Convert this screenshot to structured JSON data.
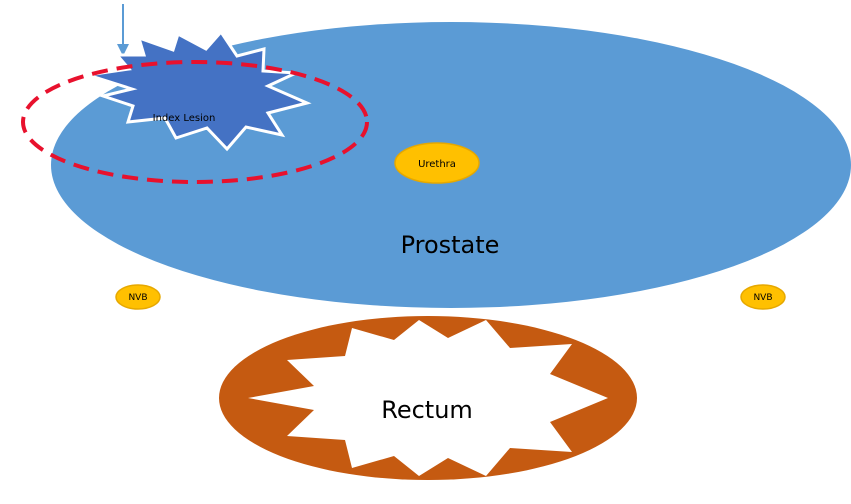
{
  "labels": {
    "index_lesion": "Index Lesion",
    "urethra": "Urethra",
    "prostate": "Prostate",
    "nvb_left": "NVB",
    "nvb_right": "NVB",
    "rectum": "Rectum"
  },
  "colors": {
    "prostate_fill": "#5B9BD5",
    "lesion_fill": "#4472C4",
    "lesion_outline": "#FFFFFF",
    "dashed_circle": "#E8112D",
    "urethra_fill": "#FFC000",
    "urethra_outline": "#E6A800",
    "rectum_fill": "#C55A11",
    "rectum_lumen": "#FFFFFF",
    "arrow": "#5B9BD5"
  }
}
